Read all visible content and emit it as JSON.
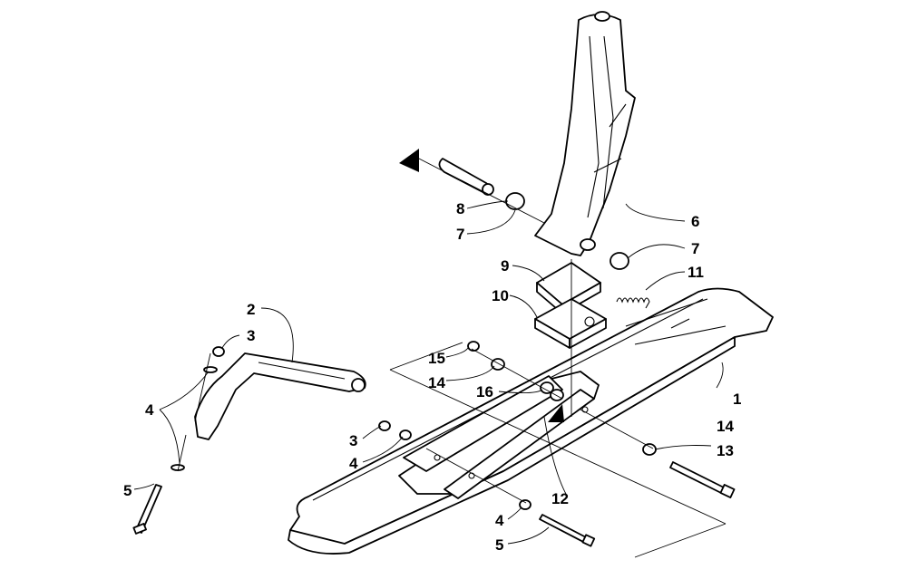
{
  "callouts": [
    "1",
    "2",
    "3",
    "3",
    "4",
    "4",
    "4",
    "5",
    "5",
    "6",
    "7",
    "7",
    "8",
    "9",
    "10",
    "11",
    "12",
    "13",
    "14",
    "14",
    "15",
    "16"
  ]
}
